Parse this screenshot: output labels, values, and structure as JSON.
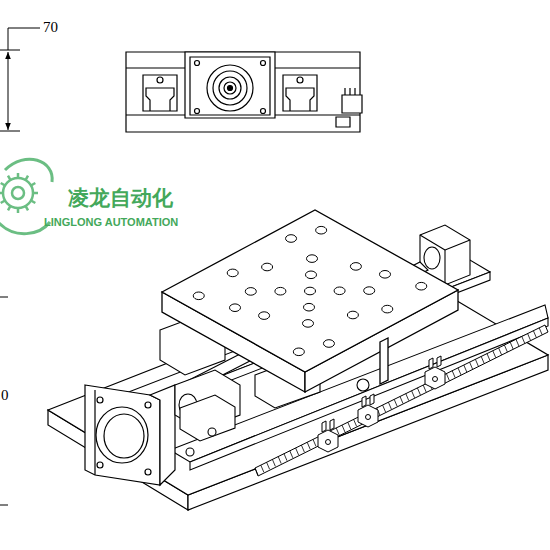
{
  "diagram": {
    "labels": [
      "70",
      "凌龙自动化",
      "LINGLONG AUTOMATION",
      "0"
    ]
  }
}
